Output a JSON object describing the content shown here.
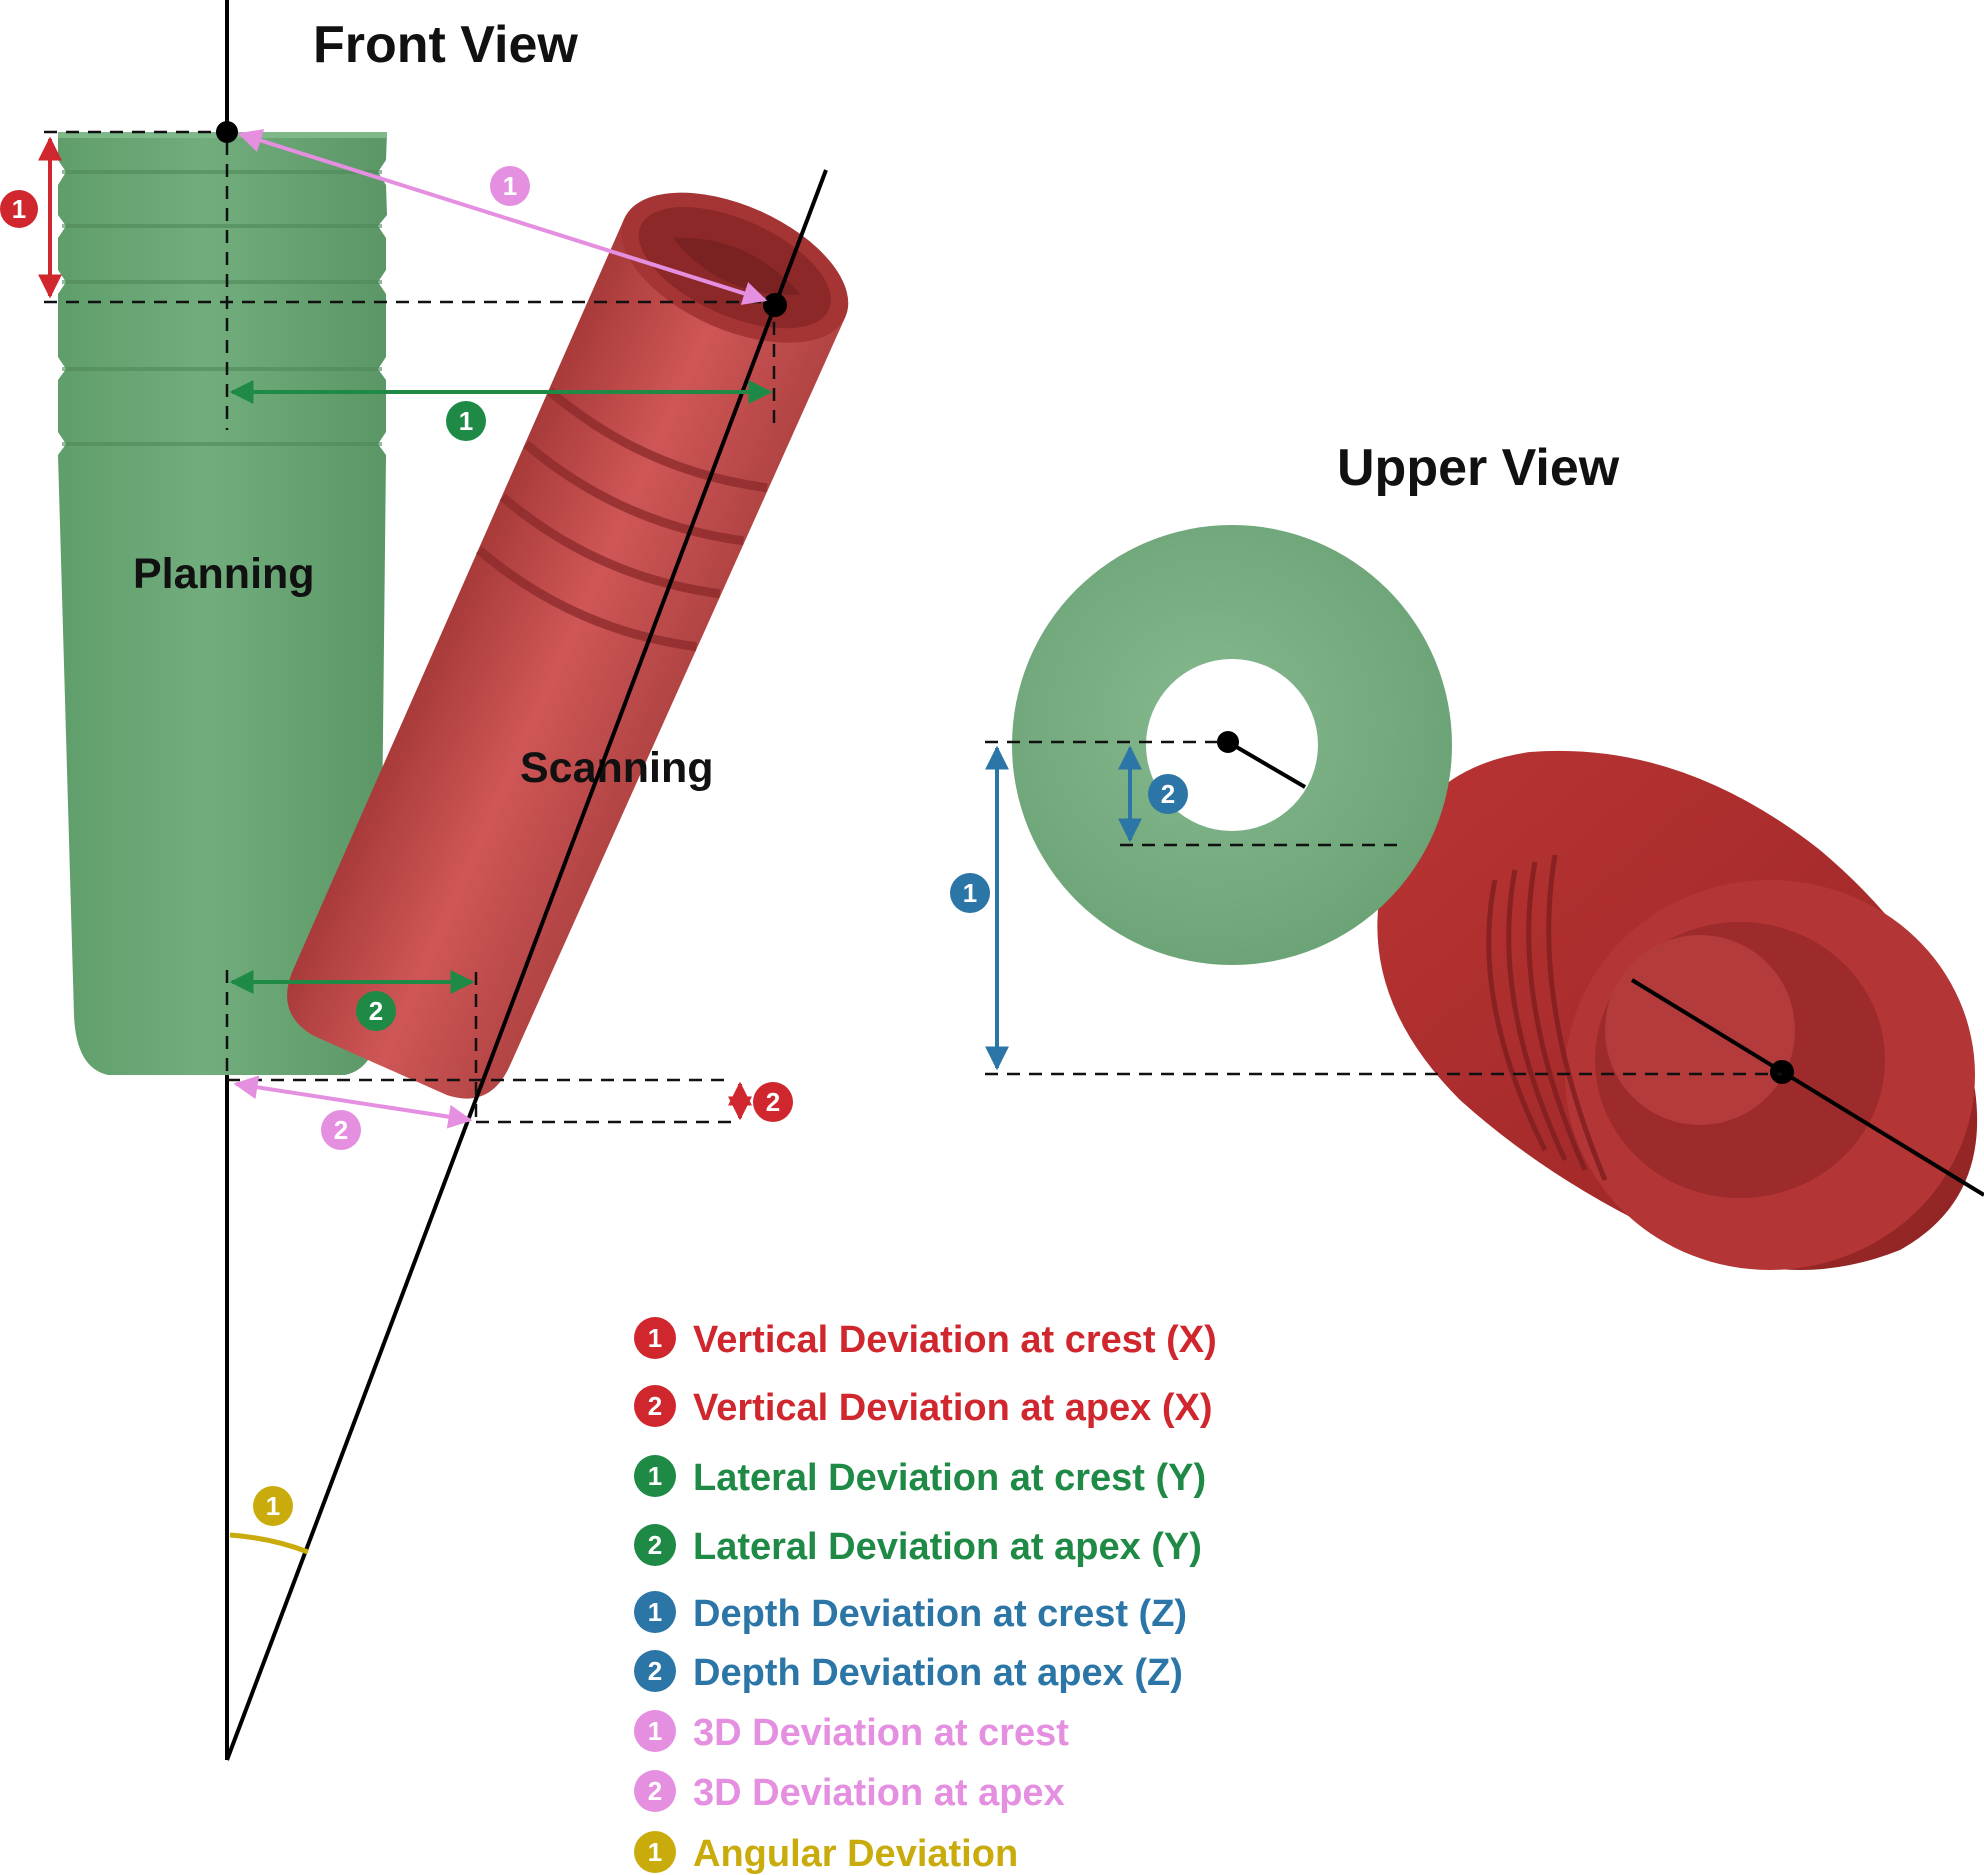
{
  "headings": {
    "front_view": "Front View",
    "upper_view": "Upper View"
  },
  "objects": {
    "planning": "Planning",
    "scanning": "Scanning"
  },
  "colors": {
    "planning_green": "#6aa876",
    "scanning_red": "#c55151",
    "vertical_red": "#d0262d",
    "lateral_green": "#1e8a46",
    "depth_blue": "#2b76a6",
    "deviation_3d_pink": "#e58fe1",
    "angular_yellow": "#c9ac0b"
  },
  "markers": {
    "one": "1",
    "two": "2"
  },
  "legend": [
    {
      "num": "1",
      "label": "Vertical Deviation at crest (X)",
      "color": "#d0262d"
    },
    {
      "num": "2",
      "label": "Vertical Deviation at apex (X)",
      "color": "#d0262d"
    },
    {
      "num": "1",
      "label": "Lateral Deviation at crest (Y)",
      "color": "#1e8a46"
    },
    {
      "num": "2",
      "label": "Lateral Deviation at apex (Y)",
      "color": "#1e8a46"
    },
    {
      "num": "1",
      "label": "Depth Deviation at crest (Z)",
      "color": "#2b76a6"
    },
    {
      "num": "2",
      "label": "Depth Deviation at apex (Z)",
      "color": "#2b76a6"
    },
    {
      "num": "1",
      "label": "3D Deviation at crest",
      "color": "#e58fe1"
    },
    {
      "num": "2",
      "label": "3D Deviation at apex",
      "color": "#e58fe1"
    },
    {
      "num": "1",
      "label": "Angular Deviation",
      "color": "#c9ac0b"
    }
  ]
}
